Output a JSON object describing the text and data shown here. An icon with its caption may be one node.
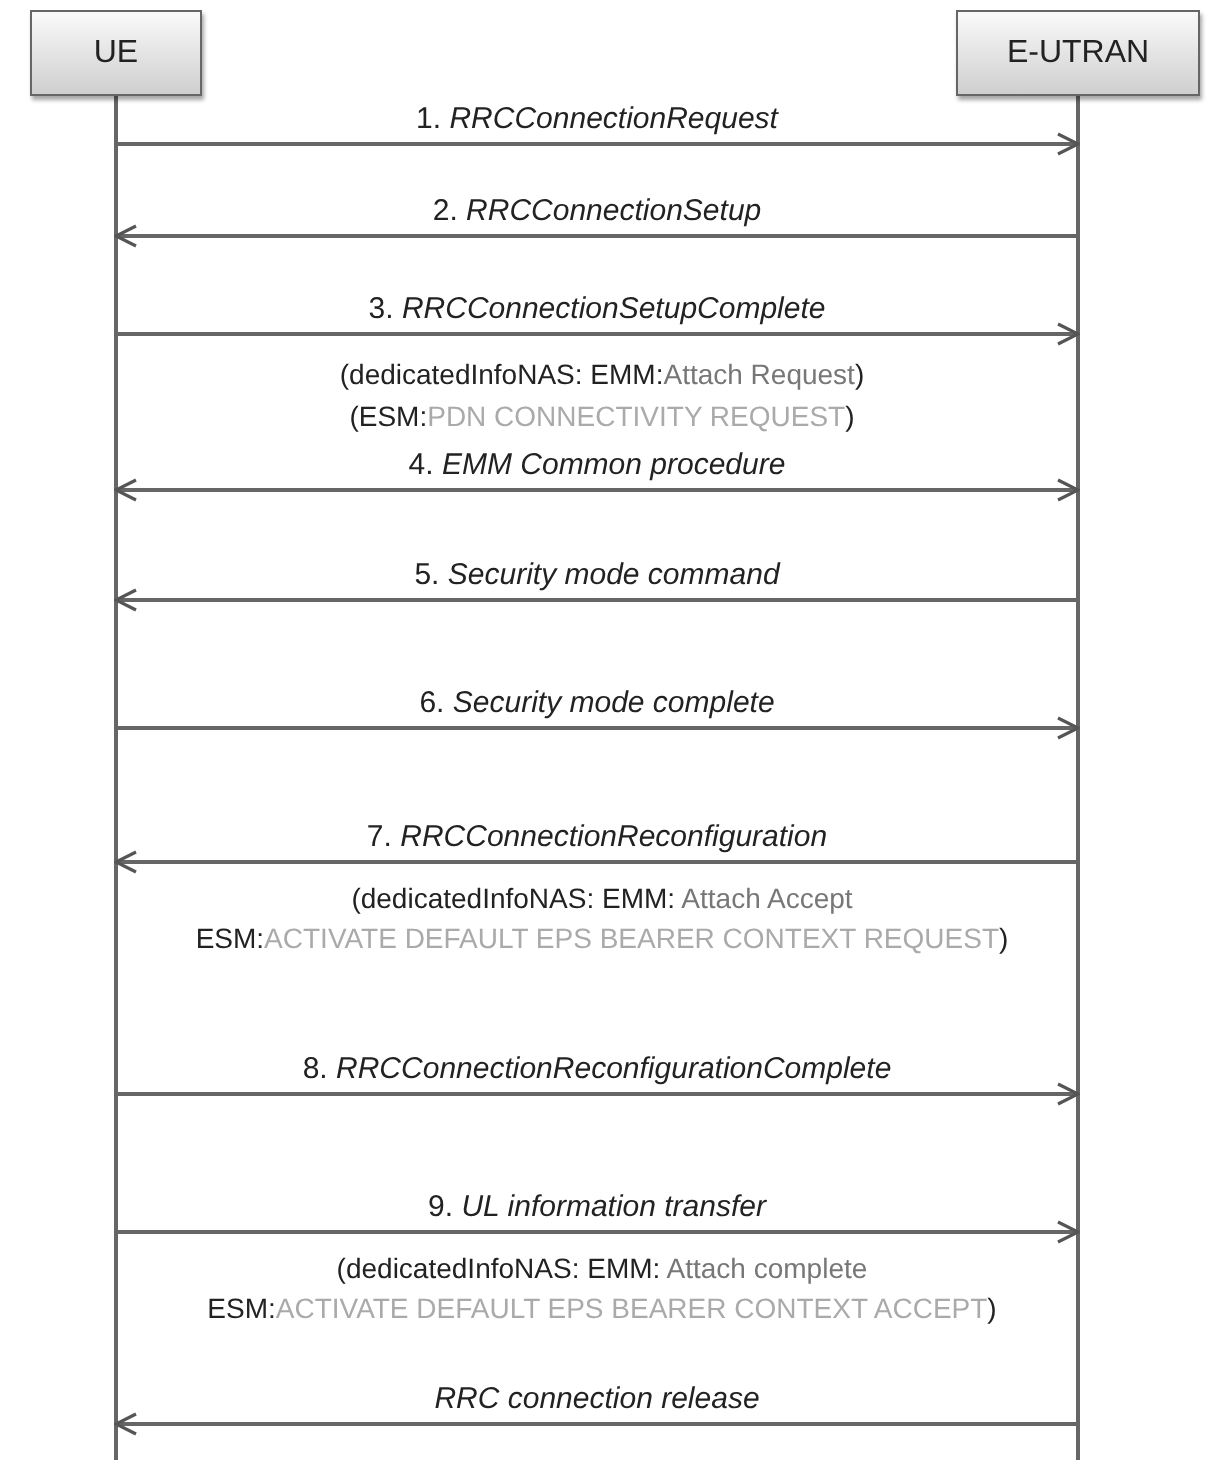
{
  "diagram": {
    "nodes": [
      {
        "text": [
          "UE"
        ]
      },
      {
        "text": [
          "E-UTRAN"
        ]
      }
    ],
    "edges": [
      {
        "from": 0,
        "to": 1,
        "arrow": "to",
        "label": "1. *RRCConnectionRequest*"
      },
      {
        "from": 1,
        "to": 0,
        "arrow": "to",
        "label": "2. *RRCConnectionSetup*"
      },
      {
        "from": 0,
        "to": 1,
        "arrow": "to",
        "label": "3. *RRCConnectionSetupComplete*"
      },
      {
        "from": 0,
        "to": 1,
        "arrow": "both",
        "label": "4. *EMM Common procedure*"
      },
      {
        "from": 1,
        "to": 0,
        "arrow": "to",
        "label": "5. *Security mode command*"
      },
      {
        "from": 0,
        "to": 1,
        "arrow": "to",
        "label": "6. *Security mode complete*"
      },
      {
        "from": 1,
        "to": 0,
        "arrow": "to",
        "label": "7. *RRCConnectionReconfiguration*"
      },
      {
        "from": 0,
        "to": 1,
        "arrow": "to",
        "label": "8. *RRCConnectionReconfigurationComplete*"
      },
      {
        "from": 0,
        "to": 1,
        "arrow": "to",
        "label": "9. *UL information transfer*"
      },
      {
        "from": 1,
        "to": 0,
        "arrow": "to",
        "label": "RRC connection release"
      }
    ],
    "labels": [
      "(dedicatedInfoNAS: EMM:Attach Request)",
      "(ESM:PDN CONNECTIVITY REQUEST)",
      "(dedicatedInfoNAS: EMM: Attach Accept ESM:ACTIVATE DEFAULT EPS BEARER CONTEXT REQUEST)",
      "(dedicatedInfoNAS: EMM: Attach complete ESM:ACTIVATE DEFAULT EPS BEARER CONTEXT ACCEPT)"
    ]
  }
}
